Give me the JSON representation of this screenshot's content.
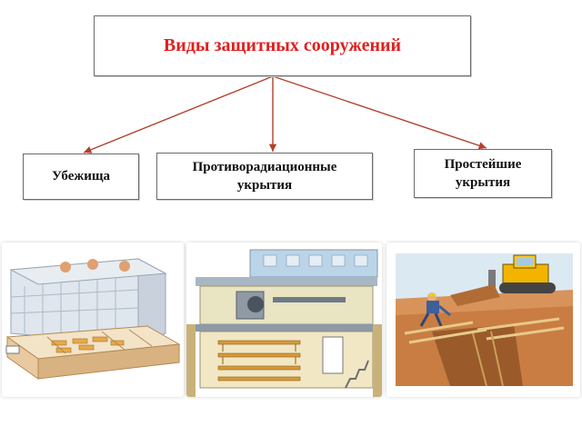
{
  "diagram": {
    "title": "Виды защитных сооружений",
    "categories": [
      {
        "label_lines": [
          "Убежища"
        ]
      },
      {
        "label_lines": [
          "Противорадиационные",
          "укрытия"
        ]
      },
      {
        "label_lines": [
          "Простейшие",
          "укрытия"
        ]
      }
    ],
    "illustrations": [
      {
        "icon": "shelter-building-cutaway-illustration"
      },
      {
        "icon": "basement-radiation-shelter-illustration"
      },
      {
        "icon": "bulldozer-trench-shelter-illustration"
      }
    ]
  },
  "colors": {
    "title_text": "#e02020",
    "arrow": "#b3402e",
    "box_border": "#6a6a6a"
  }
}
